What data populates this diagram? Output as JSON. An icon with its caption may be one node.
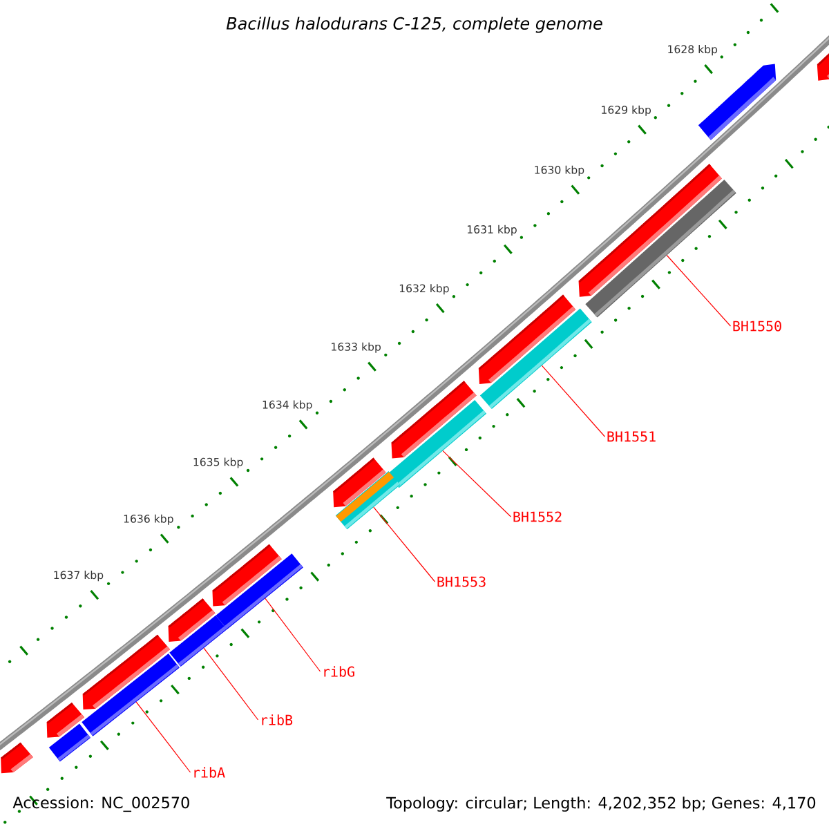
{
  "diagram": {
    "title": "Bacillus halodurans C-125, complete genome",
    "nodes": [
      {
        "text": [
          "BH1550"
        ]
      },
      {
        "text": [
          "BH1551"
        ]
      },
      {
        "text": [
          "BH1552"
        ]
      },
      {
        "text": [
          "BH1553"
        ]
      },
      {
        "text": [
          "ribG"
        ]
      },
      {
        "text": [
          "ribB"
        ]
      },
      {
        "text": [
          "ribA"
        ]
      },
      {
        "text": [],
        "shape": "arrow"
      },
      {
        "text": [],
        "shape": "arrow"
      },
      {
        "text": [],
        "shape": "arrow"
      },
      {
        "text": [],
        "shape": "bar"
      },
      {
        "text": [],
        "shape": "arrow"
      },
      {
        "text": [],
        "shape": "bar"
      },
      {
        "text": [],
        "shape": "arrow"
      },
      {
        "text": [],
        "shape": "bar"
      },
      {
        "text": [],
        "shape": "arrow"
      },
      {
        "text": [],
        "shape": "bar"
      },
      {
        "text": [],
        "shape": "arrow"
      },
      {
        "text": [],
        "shape": "bar"
      },
      {
        "text": [],
        "shape": "arrow"
      },
      {
        "text": [],
        "shape": "bar"
      },
      {
        "text": [],
        "shape": "arrow"
      },
      {
        "text": [],
        "shape": "bar"
      },
      {
        "text": [],
        "shape": "arrow"
      },
      {
        "text": [],
        "shape": "bar"
      },
      {
        "text": [],
        "shape": "arrow"
      }
    ],
    "edges": [
      {
        "from": 0,
        "to": 10,
        "arrow": "none"
      },
      {
        "from": 1,
        "to": 12,
        "arrow": "none"
      },
      {
        "from": 2,
        "to": 14,
        "arrow": "none"
      },
      {
        "from": 3,
        "to": 16,
        "arrow": "none"
      },
      {
        "from": 4,
        "to": 18,
        "arrow": "none"
      },
      {
        "from": 5,
        "to": 20,
        "arrow": "none"
      },
      {
        "from": 6,
        "to": 22,
        "arrow": "none"
      }
    ],
    "labels": [
      "1628 kbp",
      "1629 kbp",
      "1630 kbp",
      "1631 kbp",
      "1632 kbp",
      "1633 kbp",
      "1634 kbp",
      "1635 kbp",
      "1636 kbp",
      "1637 kbp",
      "Accession: NC_002570",
      "Topology: circular; Length: 4,202,352 bp; Genes: 4,170"
    ]
  }
}
